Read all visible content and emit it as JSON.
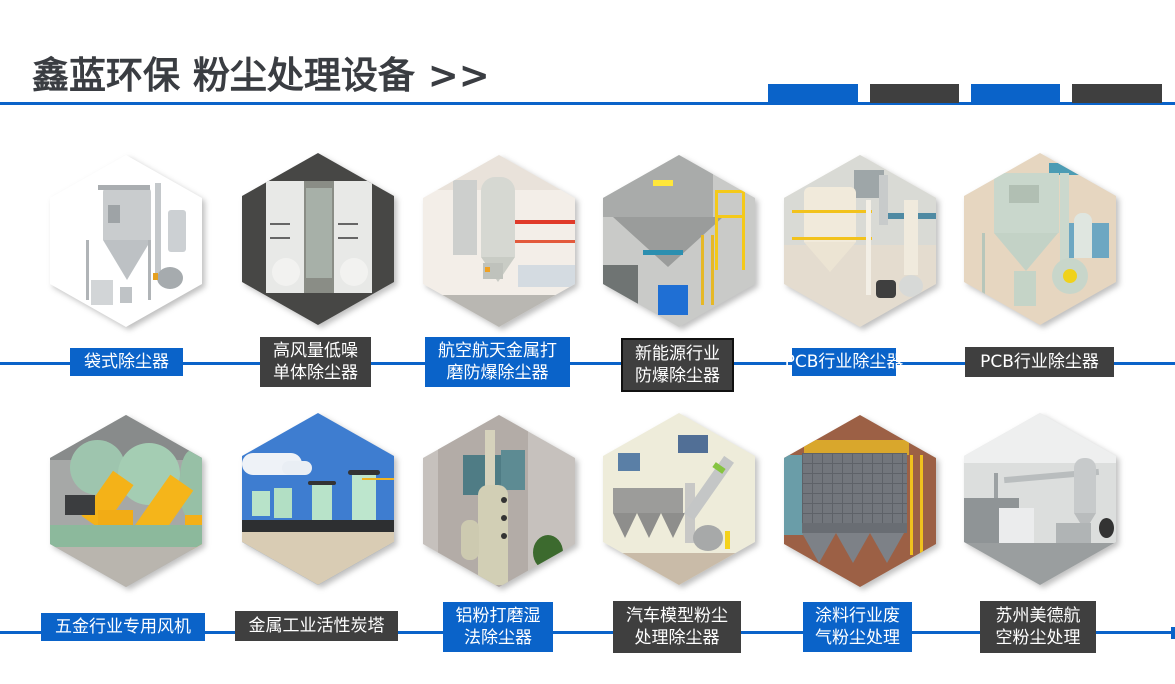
{
  "header": {
    "title": "鑫蓝环保 粉尘处理设备 >>",
    "accent_color": "#0a63c9",
    "dark_color": "#3f3f3f",
    "tab_blocks": [
      {
        "color": "#0a63c9"
      },
      {
        "color": "#3f3f3f"
      },
      {
        "color": "#0a63c9"
      },
      {
        "color": "#3f3f3f"
      }
    ]
  },
  "rows": [
    {
      "items": [
        {
          "label_lines": [
            "袋式除尘器"
          ],
          "style": "blue",
          "image": "bag-type-dust-collector"
        },
        {
          "label_lines": [
            "高风量低噪",
            "单体除尘器"
          ],
          "style": "dark",
          "image": "high-airflow-low-noise-unit-collector"
        },
        {
          "label_lines": [
            "航空航天金属打",
            "磨防爆除尘器"
          ],
          "style": "blue",
          "image": "aerospace-metal-grinding-explosion-proof-collector"
        },
        {
          "label_lines": [
            "新能源行业",
            "防爆除尘器"
          ],
          "style": "dark",
          "image": "new-energy-explosion-proof-collector"
        },
        {
          "label_lines": [
            "PCB行业除尘器"
          ],
          "style": "blue",
          "image": "pcb-dust-collector-1"
        },
        {
          "label_lines": [
            "PCB行业除尘器"
          ],
          "style": "dark",
          "image": "pcb-dust-collector-2"
        }
      ]
    },
    {
      "items": [
        {
          "label_lines": [
            "五金行业专用风机"
          ],
          "style": "blue",
          "image": "hardware-industry-fan"
        },
        {
          "label_lines": [
            "金属工业活性炭塔"
          ],
          "style": "dark",
          "image": "metal-industry-activated-carbon-tower"
        },
        {
          "label_lines": [
            "铝粉打磨湿",
            "法除尘器"
          ],
          "style": "blue",
          "image": "aluminum-powder-wet-collector"
        },
        {
          "label_lines": [
            "汽车模型粉尘",
            "处理除尘器"
          ],
          "style": "dark",
          "image": "car-model-dust-collector"
        },
        {
          "label_lines": [
            "涂料行业废",
            "气粉尘处理"
          ],
          "style": "blue",
          "image": "coating-industry-exhaust-dust-treatment"
        },
        {
          "label_lines": [
            "苏州美德航",
            "空粉尘处理"
          ],
          "style": "dark",
          "image": "suzhou-meide-aviation-dust-treatment"
        }
      ]
    }
  ]
}
